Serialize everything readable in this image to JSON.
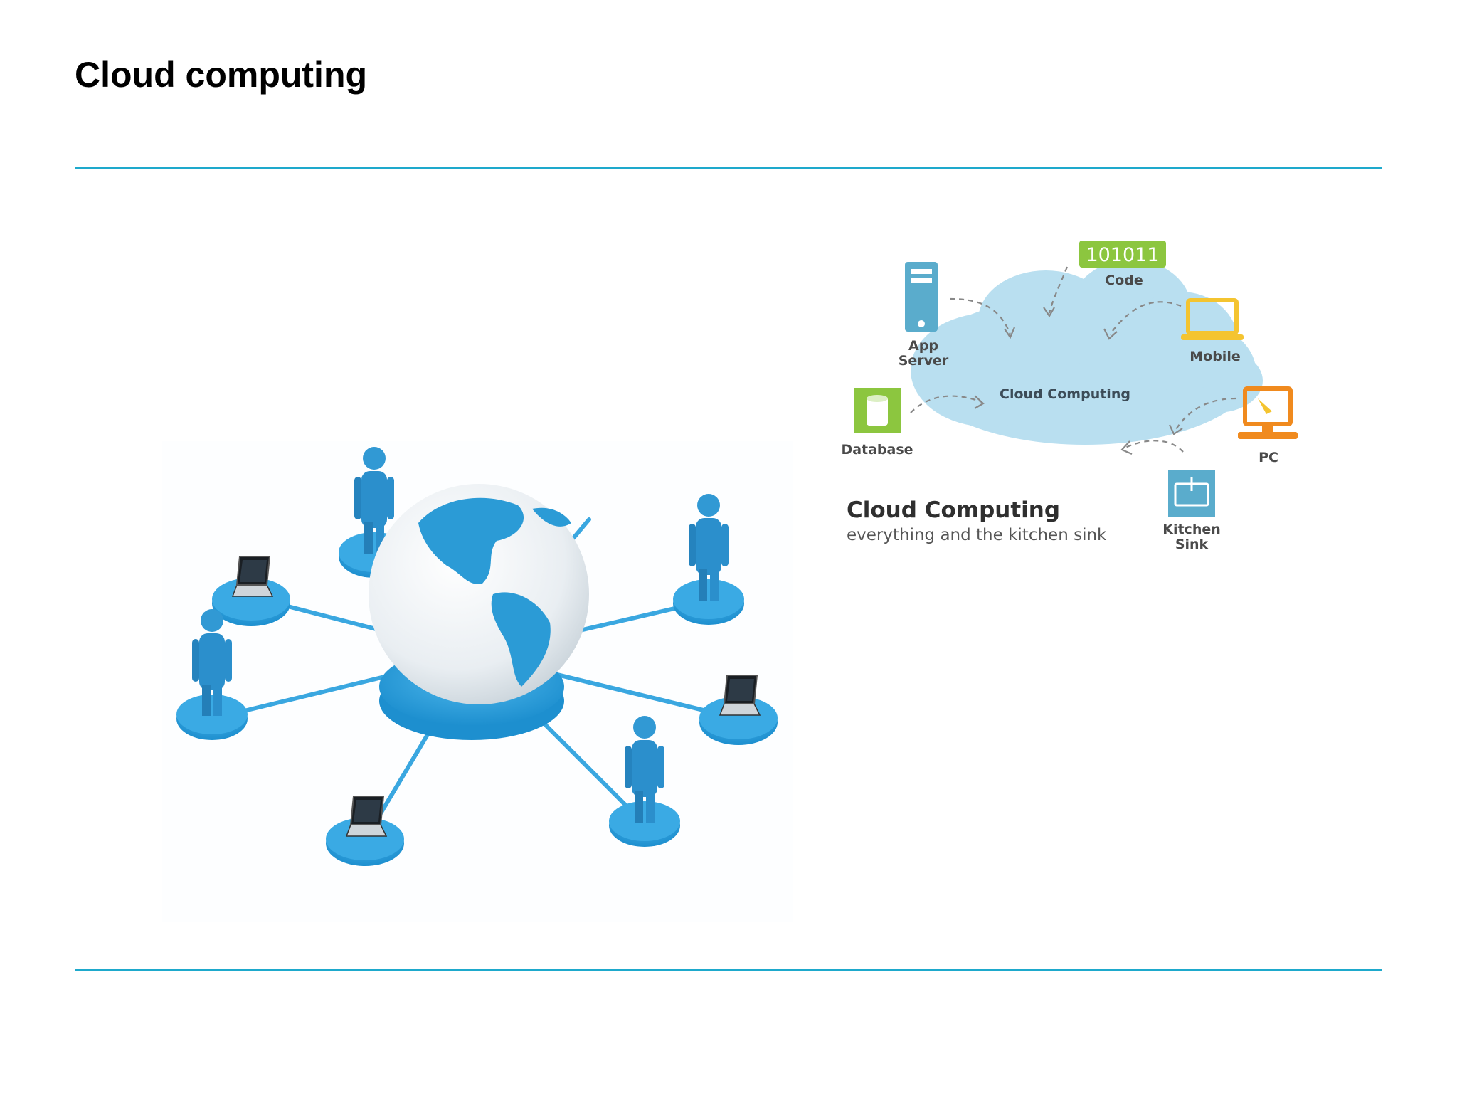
{
  "slide": {
    "title": "Cloud computing"
  },
  "network_image": {
    "icon": "globe-network-icon",
    "accent": "#2b9bd6"
  },
  "cloud_diagram": {
    "center_label": "Cloud Computing",
    "caption_title": "Cloud Computing",
    "caption_subtitle": "everything and the kitchen sink",
    "nodes": {
      "code": {
        "badge": "101011",
        "label": "Code",
        "color": "#8cc63f"
      },
      "app_server": {
        "label_line1": "App",
        "label_line2": "Server",
        "color": "#5aaccc"
      },
      "mobile": {
        "label": "Mobile",
        "color": "#f4c430"
      },
      "database": {
        "label": "Database",
        "color": "#8cc63f"
      },
      "pc": {
        "label": "PC",
        "color": "#f08a1e"
      },
      "kitchen_sink": {
        "label_line1": "Kitchen",
        "label_line2": "Sink",
        "color": "#5aaccc"
      }
    },
    "cloud_color": "#b9dff0"
  }
}
